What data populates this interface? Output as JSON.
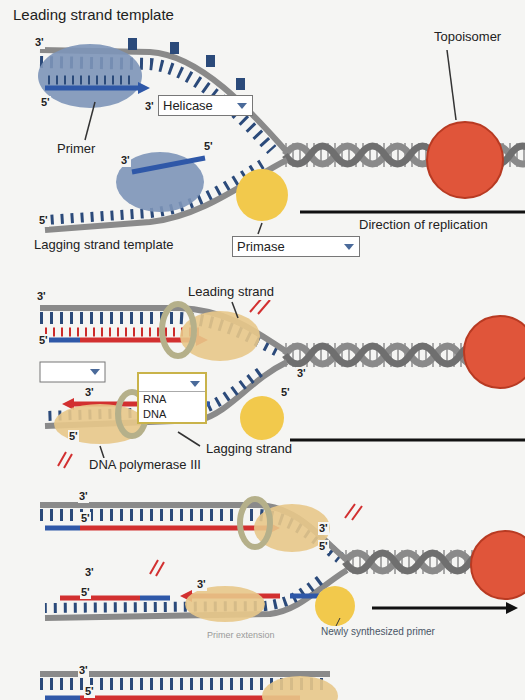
{
  "diagram": {
    "nodes": [
      {
        "text": [
          "Helicase"
        ]
      },
      {
        "text": [
          "Primase"
        ]
      },
      {
        "text": [
          "RNA",
          "DNA"
        ]
      }
    ],
    "labels": [
      "Leading strand template",
      "3'",
      "Topoisomer",
      "5'",
      "Primer",
      "3'",
      "5'",
      "3'",
      "Direction of replication",
      "5'",
      "Lagging strand template",
      "3'",
      "Leading strand",
      "5'",
      "3'",
      "5'",
      "3'",
      "5'",
      "Lagging strand",
      "DNA polymerase III",
      "3'",
      "5'",
      "3'",
      "5'",
      "3'",
      "5'",
      "3'",
      "Newly synthesized primer",
      "Primer extension",
      "3'",
      "5'"
    ]
  }
}
